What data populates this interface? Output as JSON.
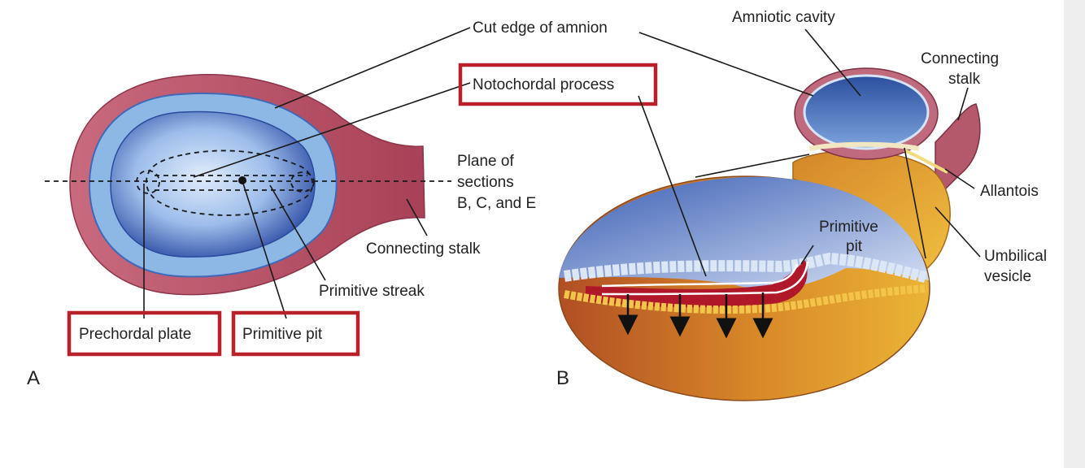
{
  "labels": {
    "cut_edge_of_amnion": "Cut edge of amnion",
    "notochordal_process": "Notochordal process",
    "plane_of_sections_line1": "Plane of",
    "plane_of_sections_line2": "sections",
    "plane_of_sections_line3": "B, C, and E",
    "connecting_stalk_a": "Connecting stalk",
    "primitive_streak": "Primitive streak",
    "prechordal_plate": "Prechordal plate",
    "primitive_pit_a": "Primitive pit",
    "amniotic_cavity": "Amniotic cavity",
    "connecting_stalk_b_line1": "Connecting",
    "connecting_stalk_b_line2": "stalk",
    "allantois": "Allantois",
    "primitive_pit_b_line1": "Primitive",
    "primitive_pit_b_line2": "pit",
    "umbilical_vesicle_line1": "Umbilical",
    "umbilical_vesicle_line2": "vesicle"
  },
  "panels": {
    "a": "A",
    "b": "B"
  },
  "highlighted_labels": [
    "Notochordal process",
    "Prechordal plate",
    "Primitive pit"
  ],
  "colors": {
    "highlight_box": "#b8202a",
    "amnion_pink": "#b95a6c",
    "ectoderm_blue": "#5e87c8",
    "endoderm_yellow": "#e2a12a",
    "mesoderm_red": "#b0182a"
  }
}
